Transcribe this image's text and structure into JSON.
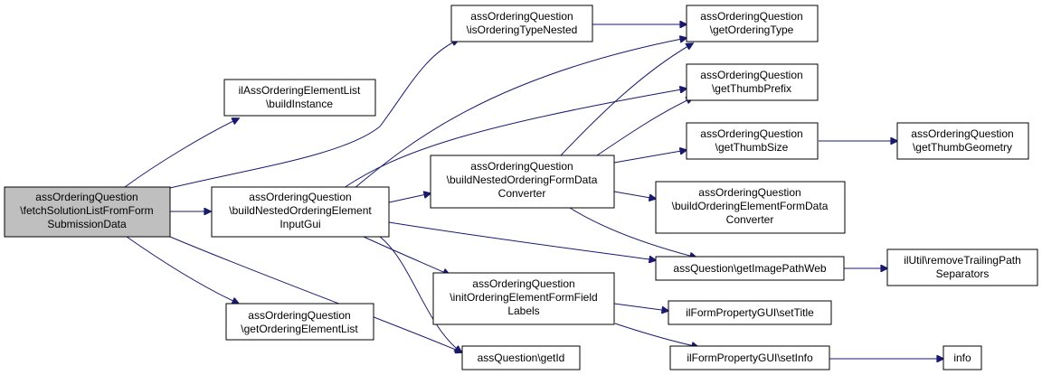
{
  "nodes": [
    {
      "id": "root",
      "lines": [
        "assOrderingQuestion",
        "\\fetchSolutionListFromForm",
        "SubmissionData"
      ],
      "root": true
    },
    {
      "id": "buildInstance",
      "lines": [
        "ilAssOrderingElementList",
        "\\buildInstance"
      ]
    },
    {
      "id": "getOrderingElementList",
      "lines": [
        "assOrderingQuestion",
        "\\getOrderingElementList"
      ]
    },
    {
      "id": "buildNestedInputGui",
      "lines": [
        "assOrderingQuestion",
        "\\buildNestedOrderingElement",
        "InputGui"
      ]
    },
    {
      "id": "isOrderingTypeNested",
      "lines": [
        "assOrderingQuestion",
        "\\isOrderingTypeNested"
      ]
    },
    {
      "id": "buildNestedConverter",
      "lines": [
        "assOrderingQuestion",
        "\\buildNestedOrderingFormData",
        "Converter"
      ]
    },
    {
      "id": "initLabels",
      "lines": [
        "assOrderingQuestion",
        "\\initOrderingElementFormField",
        "Labels"
      ]
    },
    {
      "id": "getId",
      "lines": [
        "assQuestion\\getId"
      ]
    },
    {
      "id": "getOrderingType",
      "lines": [
        "assOrderingQuestion",
        "\\getOrderingType"
      ]
    },
    {
      "id": "getThumbPrefix",
      "lines": [
        "assOrderingQuestion",
        "\\getThumbPrefix"
      ]
    },
    {
      "id": "getThumbSize",
      "lines": [
        "assOrderingQuestion",
        "\\getThumbSize"
      ]
    },
    {
      "id": "buildElementConverter",
      "lines": [
        "assOrderingQuestion",
        "\\buildOrderingElementFormData",
        "Converter"
      ]
    },
    {
      "id": "getImagePathWeb",
      "lines": [
        "assQuestion\\getImagePathWeb"
      ]
    },
    {
      "id": "setTitle",
      "lines": [
        "ilFormPropertyGUI\\setTitle"
      ]
    },
    {
      "id": "setInfo",
      "lines": [
        "ilFormPropertyGUI\\setInfo"
      ]
    },
    {
      "id": "getThumbGeometry",
      "lines": [
        "assOrderingQuestion",
        "\\getThumbGeometry"
      ]
    },
    {
      "id": "removeTrailing",
      "lines": [
        "ilUtil\\removeTrailingPath",
        "Separators"
      ]
    },
    {
      "id": "info",
      "lines": [
        "info"
      ]
    }
  ],
  "edge_color": "#191970",
  "root_fill": "#bfbfbf"
}
